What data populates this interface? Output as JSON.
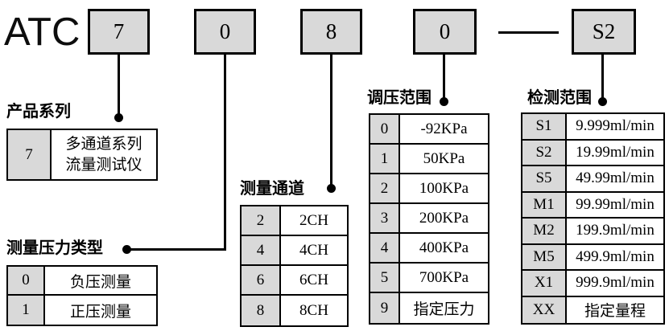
{
  "brand": "ATC",
  "code_boxes": [
    "7",
    "0",
    "8",
    "0",
    "S2"
  ],
  "colors": {
    "box_fill": "#d9d9d9",
    "line": "#000000",
    "background": "#ffffff"
  },
  "tables": {
    "product_series": {
      "title": "产品系列",
      "rows": [
        {
          "code": "7",
          "value": "多通道系列\n流量测试仪"
        }
      ]
    },
    "pressure_type": {
      "title": "测量压力类型",
      "rows": [
        {
          "code": "0",
          "value": "负压测量"
        },
        {
          "code": "1",
          "value": "正压测量"
        }
      ]
    },
    "channels": {
      "title": "测量通道",
      "rows": [
        {
          "code": "2",
          "value": "2CH"
        },
        {
          "code": "4",
          "value": "4CH"
        },
        {
          "code": "6",
          "value": "6CH"
        },
        {
          "code": "8",
          "value": "8CH"
        }
      ]
    },
    "pressure_range": {
      "title": "调压范围",
      "rows": [
        {
          "code": "0",
          "value": "-92KPa"
        },
        {
          "code": "1",
          "value": "50KPa"
        },
        {
          "code": "2",
          "value": "100KPa"
        },
        {
          "code": "3",
          "value": "200KPa"
        },
        {
          "code": "4",
          "value": "400KPa"
        },
        {
          "code": "5",
          "value": "700KPa"
        },
        {
          "code": "9",
          "value": "指定压力"
        }
      ]
    },
    "detection_range": {
      "title": "检测范围",
      "rows": [
        {
          "code": "S1",
          "value": "9.999ml/min"
        },
        {
          "code": "S2",
          "value": "19.99ml/min"
        },
        {
          "code": "S5",
          "value": "49.99ml/min"
        },
        {
          "code": "M1",
          "value": "99.99ml/min"
        },
        {
          "code": "M2",
          "value": "199.9ml/min"
        },
        {
          "code": "M5",
          "value": "499.9ml/min"
        },
        {
          "code": "X1",
          "value": "999.9ml/min"
        },
        {
          "code": "XX",
          "value": "指定量程"
        }
      ]
    }
  }
}
